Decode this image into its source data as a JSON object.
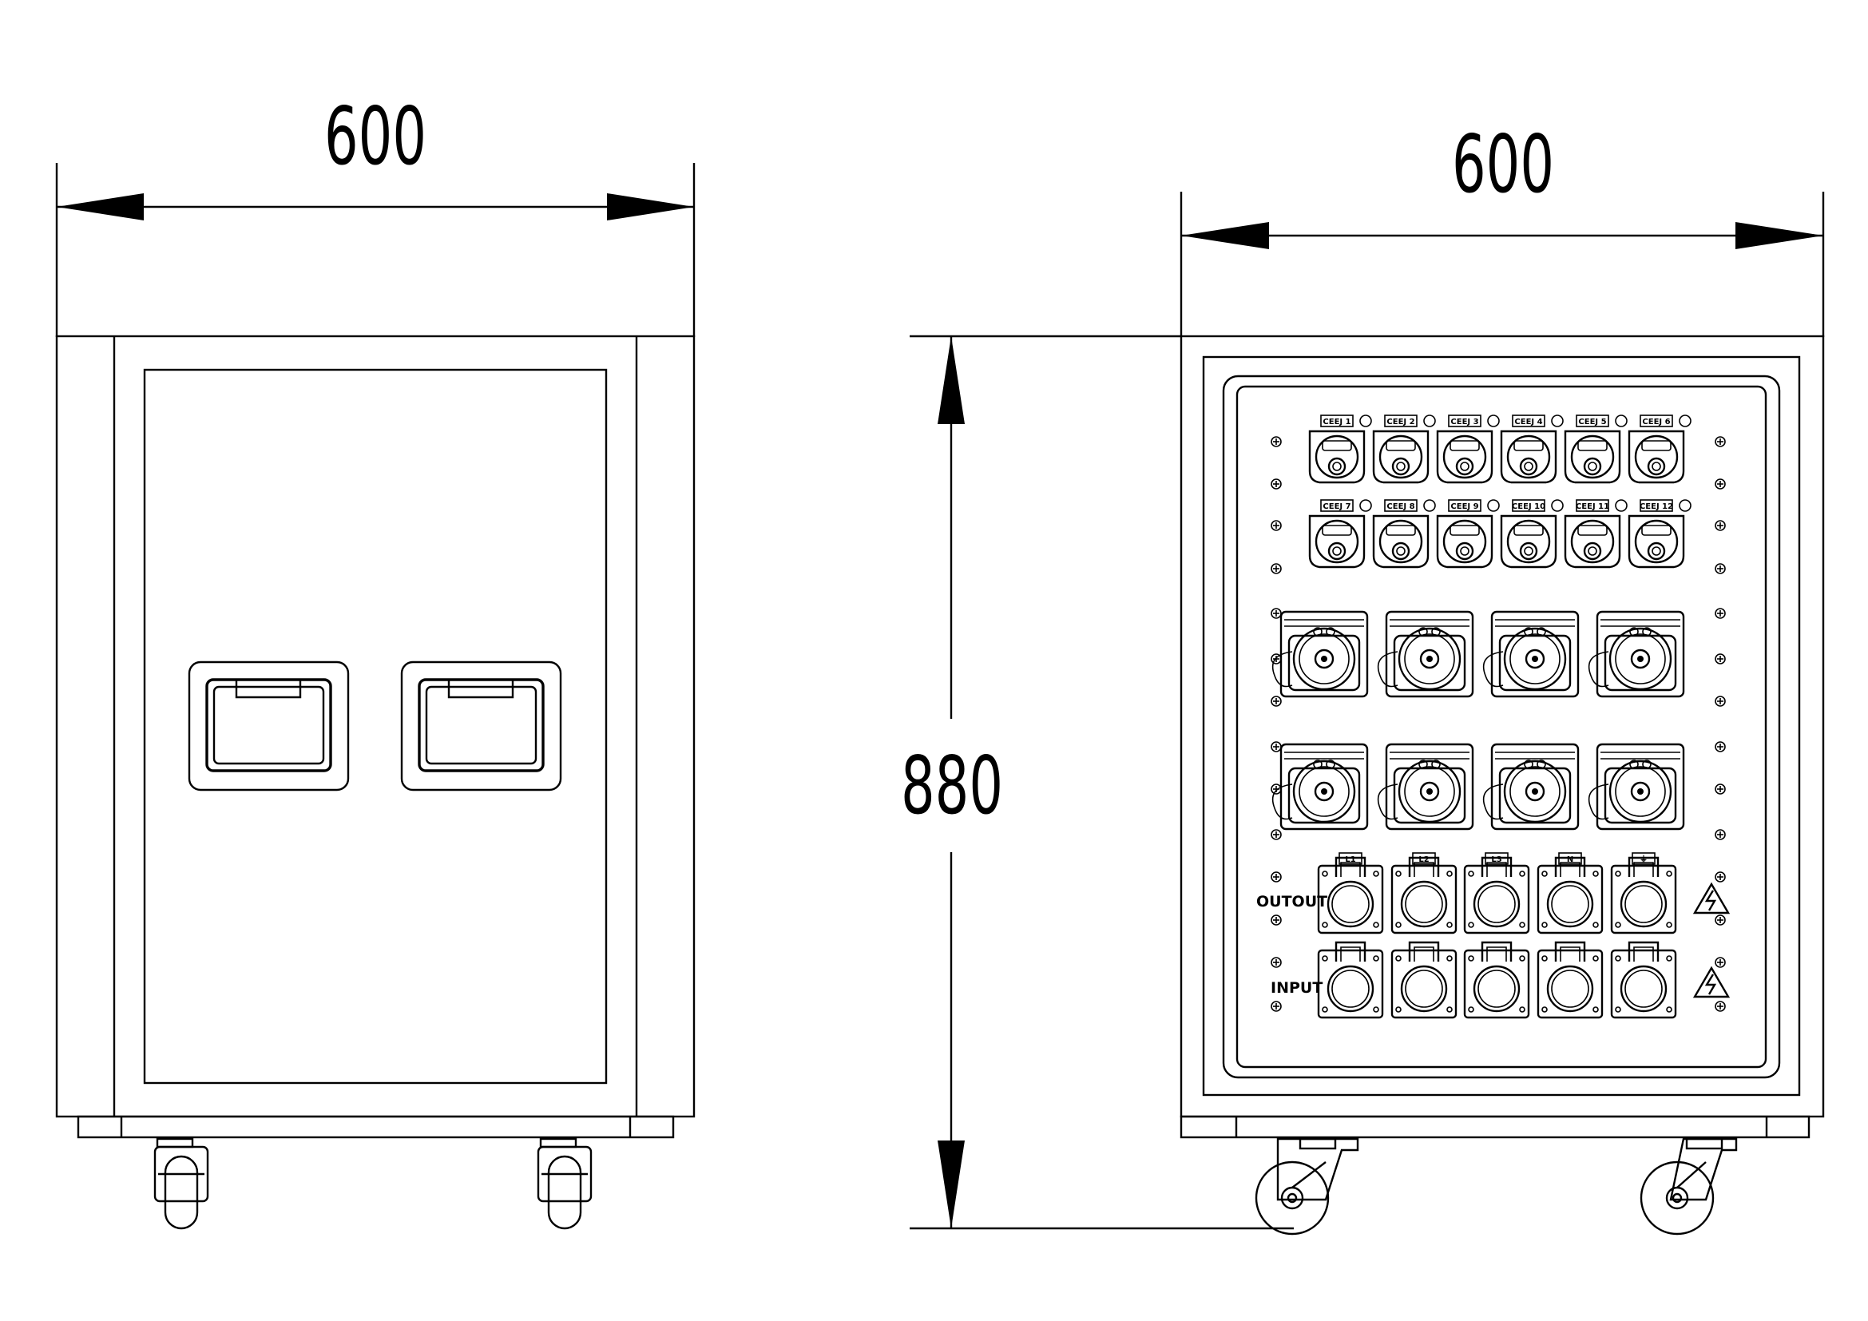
{
  "dimensions": {
    "left_width": "600",
    "right_width": "600",
    "right_height": "880"
  },
  "front_panel": {
    "ceeform_top_labels": [
      "CEEJ 1",
      "CEEJ 2",
      "CEEJ 3",
      "CEEJ 4",
      "CEEJ 5",
      "CEEJ 6"
    ],
    "ceeform_bottom_labels": [
      "CEEJ 7",
      "CEEJ 8",
      "CEEJ 9",
      "CEEJ 10",
      "CEEJ 11",
      "CEEJ 12"
    ],
    "output_label": "OUTOUT",
    "input_label": "INPUT",
    "output_connector_labels": [
      "L1",
      "L2",
      "L3",
      "N",
      "⏚"
    ]
  }
}
